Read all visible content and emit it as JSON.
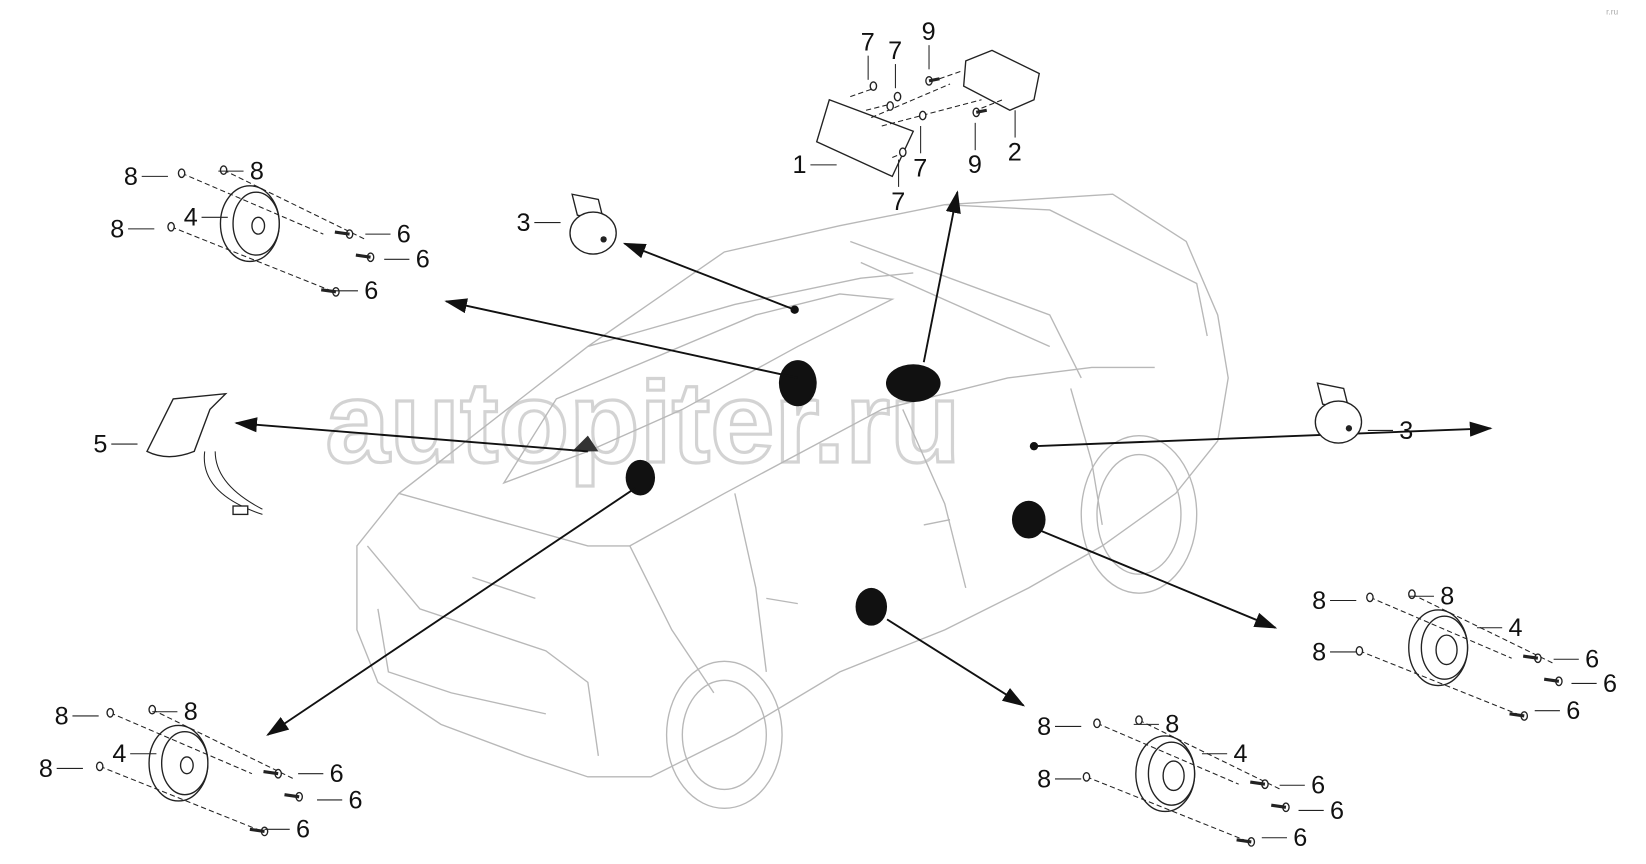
{
  "diagram": {
    "watermark": "autopiter.ru",
    "corner_mark": "r.ru"
  },
  "callouts": {
    "module_panel": "1",
    "control_unit": "2",
    "tweeter": "3",
    "speaker": "4",
    "antenna": "5",
    "bolt": "6",
    "screw_panel": "7",
    "clip": "8",
    "screw_unit": "9"
  }
}
